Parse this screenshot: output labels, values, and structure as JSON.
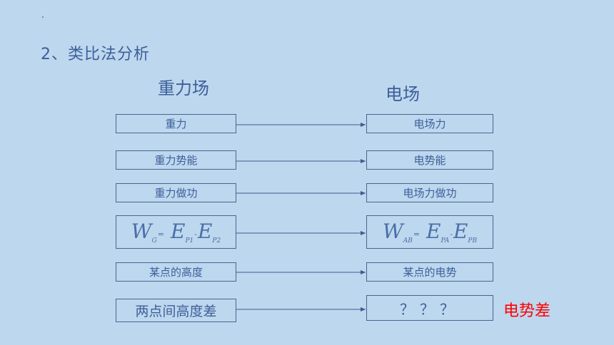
{
  "slide": {
    "heading": "2、类比法分析",
    "left_title": "重力场",
    "right_title": "电场",
    "rows": [
      {
        "left": "重力",
        "right": "电场力"
      },
      {
        "left": "重力势能",
        "right": "电势能"
      },
      {
        "left": "重力做功",
        "right": "电场力做功"
      },
      {
        "left_formula": {
          "w": "W",
          "w_sub": "G",
          "eq": "=",
          "e1": "E",
          "e1_sub": "P1",
          "minus": "-",
          "e2": "E",
          "e2_sub": "P2"
        },
        "right_formula": {
          "w": "W",
          "w_sub": "AB",
          "eq": "=",
          "e1": "E",
          "e1_sub": "PA",
          "minus": "-",
          "e2": "E",
          "e2_sub": "PB"
        }
      },
      {
        "left": "某点的高度",
        "right": "某点的电势"
      },
      {
        "left": "两点间高度差",
        "right": "？？？"
      }
    ],
    "answer": "电势差"
  },
  "colors": {
    "background": "#bdd7ee",
    "text": "#3d5f99",
    "border": "#4a6590",
    "answer": "#ff0000"
  }
}
